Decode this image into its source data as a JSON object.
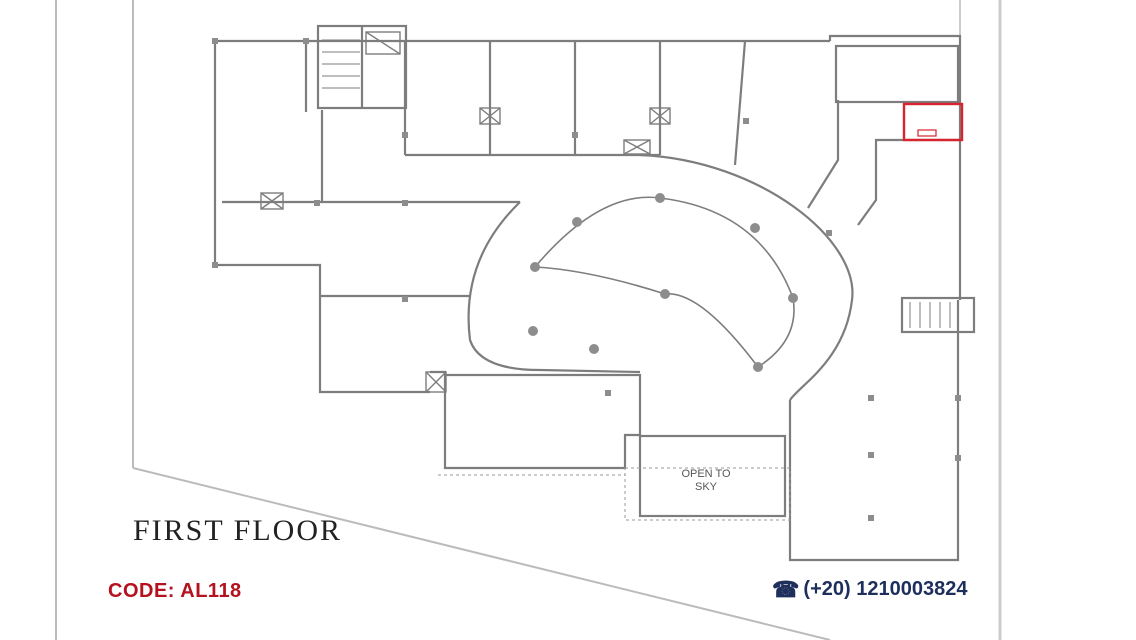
{
  "plan": {
    "floor_title": "FIRST FLOOR",
    "open_label_line1": "OPEN TO",
    "open_label_line2": "SKY"
  },
  "footer": {
    "code_label": "CODE: AL118",
    "phone_icon": "telephone-icon",
    "phone_number": "(+20) 1210003824"
  },
  "colors": {
    "wall": "#7d7d7d",
    "highlight": "#d9232e",
    "code": "#b3121e",
    "phone": "#1f2f5c"
  }
}
